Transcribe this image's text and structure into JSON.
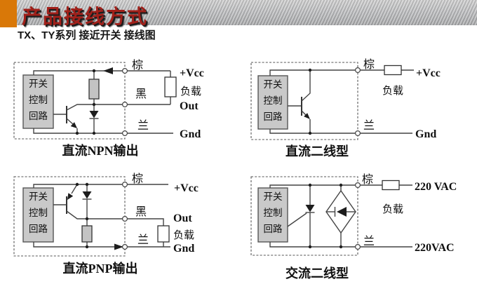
{
  "header": {
    "title": "产品接线方式"
  },
  "subtitle": "TX、TY系列 接近开关 接线图",
  "control_box": [
    "开关",
    "控制",
    "回路"
  ],
  "colors": {
    "accent_orange": "#D97808",
    "title_red": "#A1201A",
    "wire": "#444444",
    "box_fill": "#C9C9C9"
  },
  "diagrams": {
    "npn": {
      "caption": "直流NPN输出",
      "wire_brown": "棕",
      "wire_black": "黑",
      "wire_blue": "兰",
      "vcc": "+Vcc",
      "load": "负载",
      "out": "Out",
      "gnd": "Gnd"
    },
    "dc2": {
      "caption": "直流二线型",
      "wire_brown": "棕",
      "wire_blue": "兰",
      "vcc": "+Vcc",
      "load": "负载",
      "gnd": "Gnd"
    },
    "pnp": {
      "caption": "直流PNP输出",
      "wire_brown": "棕",
      "wire_black": "黑",
      "wire_blue": "兰",
      "vcc": "+Vcc",
      "out": "Out",
      "load": "负载",
      "gnd": "Gnd"
    },
    "ac2": {
      "caption": "交流二线型",
      "wire_brown": "棕",
      "wire_blue": "兰",
      "vac_top": "220 VAC",
      "load": "负载",
      "vac_bottom": "220VAC"
    }
  }
}
